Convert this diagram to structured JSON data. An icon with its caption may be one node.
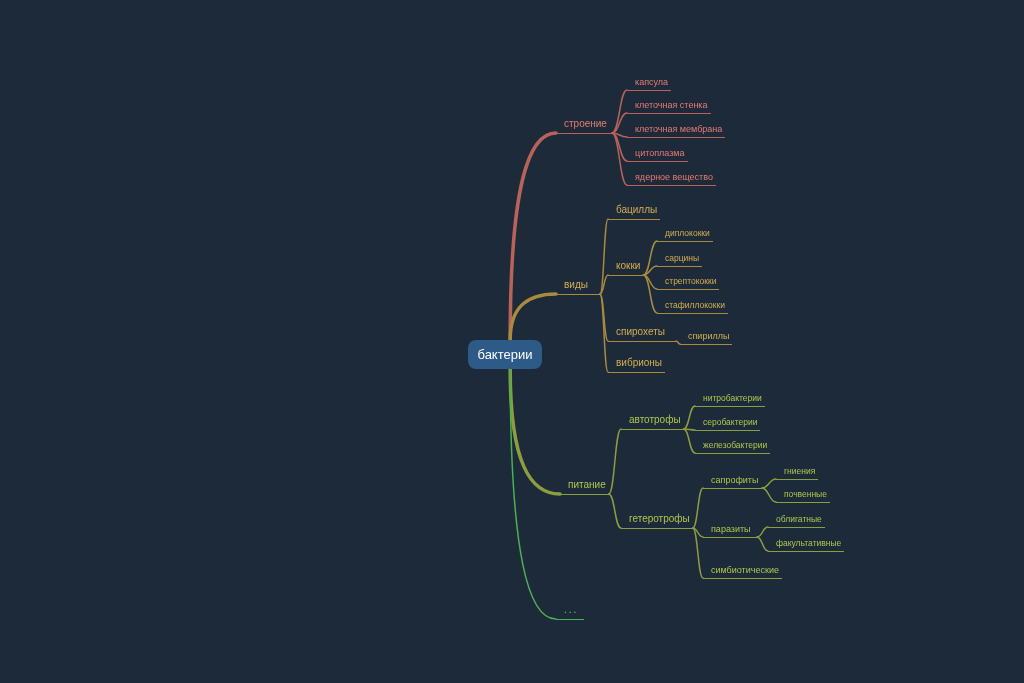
{
  "diagram": {
    "nodes": [
      {
        "text": [
          "бактерии"
        ]
      },
      {
        "text": [
          "строение"
        ]
      },
      {
        "text": [
          "капсула"
        ]
      },
      {
        "text": [
          "клеточная стенка"
        ]
      },
      {
        "text": [
          "клеточная мембрана"
        ]
      },
      {
        "text": [
          "цитоплазма"
        ]
      },
      {
        "text": [
          "ядерное вещество"
        ]
      },
      {
        "text": [
          "виды"
        ]
      },
      {
        "text": [
          "бациллы"
        ]
      },
      {
        "text": [
          "кокки"
        ]
      },
      {
        "text": [
          "диплококки"
        ]
      },
      {
        "text": [
          "сарцины"
        ]
      },
      {
        "text": [
          "стрептококки"
        ]
      },
      {
        "text": [
          "стафиллококки"
        ]
      },
      {
        "text": [
          "спирохеты"
        ]
      },
      {
        "text": [
          "спириллы"
        ]
      },
      {
        "text": [
          "вибрионы"
        ]
      },
      {
        "text": [
          "питание"
        ]
      },
      {
        "text": [
          "автотрофы"
        ]
      },
      {
        "text": [
          "нитробактерии"
        ]
      },
      {
        "text": [
          "серобактерии"
        ]
      },
      {
        "text": [
          "железобактерии"
        ]
      },
      {
        "text": [
          "гетеротрофы"
        ]
      },
      {
        "text": [
          "сапрофиты"
        ]
      },
      {
        "text": [
          "гниения"
        ]
      },
      {
        "text": [
          "почвенные"
        ]
      },
      {
        "text": [
          "паразиты"
        ]
      },
      {
        "text": [
          "облигатные"
        ]
      },
      {
        "text": [
          "факультативные"
        ]
      },
      {
        "text": [
          "симбиотические"
        ]
      },
      {
        "text": [
          "..."
        ]
      }
    ],
    "edges": [
      {
        "from": 0,
        "to": 1,
        "arrow": "none",
        "style": "thick",
        "color": "#b8625a"
      },
      {
        "from": 1,
        "to": 2,
        "arrow": "none",
        "color": "#b8625a"
      },
      {
        "from": 1,
        "to": 3,
        "arrow": "none",
        "color": "#b8625a"
      },
      {
        "from": 1,
        "to": 4,
        "arrow": "none",
        "color": "#b8625a"
      },
      {
        "from": 1,
        "to": 5,
        "arrow": "none",
        "color": "#b8625a"
      },
      {
        "from": 1,
        "to": 6,
        "arrow": "none",
        "color": "#b8625a"
      },
      {
        "from": 0,
        "to": 7,
        "arrow": "none",
        "style": "thick",
        "color": "#a98b3f"
      },
      {
        "from": 7,
        "to": 8,
        "arrow": "none",
        "color": "#a98b3f"
      },
      {
        "from": 7,
        "to": 9,
        "arrow": "none",
        "color": "#a98b3f"
      },
      {
        "from": 9,
        "to": 10,
        "arrow": "none",
        "color": "#a98b3f"
      },
      {
        "from": 9,
        "to": 11,
        "arrow": "none",
        "color": "#a98b3f"
      },
      {
        "from": 9,
        "to": 12,
        "arrow": "none",
        "color": "#a98b3f"
      },
      {
        "from": 9,
        "to": 13,
        "arrow": "none",
        "color": "#a98b3f"
      },
      {
        "from": 7,
        "to": 14,
        "arrow": "none",
        "color": "#a98b3f"
      },
      {
        "from": 14,
        "to": 15,
        "arrow": "none",
        "color": "#a98b3f"
      },
      {
        "from": 7,
        "to": 16,
        "arrow": "none",
        "color": "#a98b3f"
      },
      {
        "from": 0,
        "to": 17,
        "arrow": "none",
        "style": "thick"
      },
      {
        "from": 17,
        "to": 18,
        "arrow": "none"
      },
      {
        "from": 18,
        "to": 19,
        "arrow": "none"
      },
      {
        "from": 18,
        "to": 20,
        "arrow": "none"
      },
      {
        "from": 18,
        "to": 21,
        "arrow": "none"
      },
      {
        "from": 17,
        "to": 22,
        "arrow": "none"
      },
      {
        "from": 22,
        "to": 23,
        "arrow": "none"
      },
      {
        "from": 23,
        "to": 24,
        "arrow": "none"
      },
      {
        "from": 23,
        "to": 25,
        "arrow": "none"
      },
      {
        "from": 22,
        "to": 26,
        "arrow": "none"
      },
      {
        "from": 26,
        "to": 27,
        "arrow": "none"
      },
      {
        "from": 26,
        "to": 28,
        "arrow": "none"
      },
      {
        "from": 22,
        "to": 29,
        "arrow": "none"
      },
      {
        "from": 0,
        "to": 30,
        "arrow": "none",
        "color": "#4caf50"
      }
    ]
  }
}
